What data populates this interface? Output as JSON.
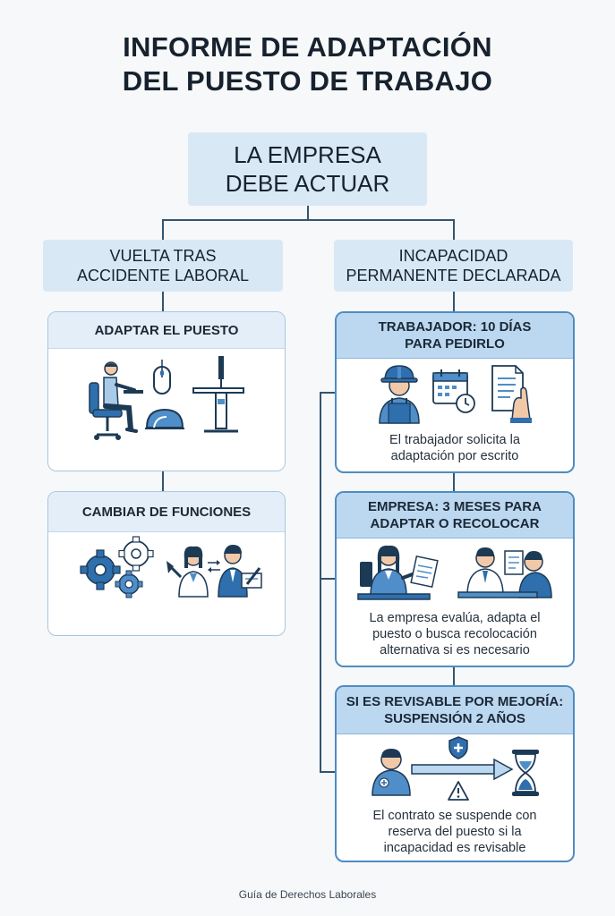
{
  "title": {
    "line1": "INFORME DE ADAPTACIÓN",
    "line2": "DEL PUESTO DE TRABAJO"
  },
  "root": {
    "line1": "LA EMPRESA",
    "line2": "DEBE ACTUAR"
  },
  "left_branch": {
    "header": {
      "line1": "VUELTA TRAS",
      "line2": "ACCIDENTE LABORAL"
    },
    "cards": [
      {
        "title": "ADAPTAR EL PUESTO"
      },
      {
        "title": "CAMBIAR DE FUNCIONES"
      }
    ]
  },
  "right_branch": {
    "header": {
      "line1": "INCAPACIDAD",
      "line2": "PERMANENTE DECLARADA"
    },
    "cards": [
      {
        "title_line1": "TRABAJADOR: 10 DÍAS",
        "title_line2": "PARA PEDIRLO",
        "caption": [
          "El trabajador solicita la",
          "adaptación por escrito"
        ]
      },
      {
        "title_line1": "EMPRESA: 3 MESES PARA",
        "title_line2": "ADAPTAR O RECOLOCAR",
        "caption": [
          "La empresa evalúa, adapta el",
          "puesto o busca recolocación",
          "alternativa si es necesario"
        ]
      },
      {
        "title_line1": "SI ES REVISABLE POR MEJORÍA:",
        "title_line2": "SUSPENSIÓN 2 AÑOS",
        "caption": [
          "El contrato se suspende con",
          "reserva del puesto si la",
          "incapacidad es revisable"
        ]
      }
    ]
  },
  "footer": "Guía de Derechos Laborales",
  "colors": {
    "accent": "#2f6fae",
    "light_accent": "#d9e8f5",
    "connector": "#33556f",
    "card_border": "#4e8cc2"
  },
  "icons": {
    "adapt": [
      "worker-at-desk-icon",
      "mouse-icon",
      "wrist-rest-icon",
      "standing-desk-icon"
    ],
    "change": [
      "gears-icon",
      "swap-workers-icon"
    ],
    "request": [
      "helmet-worker-icon",
      "calendar-clock-icon",
      "document-hand-icon"
    ],
    "relocate": [
      "office-worker-icon",
      "meeting-icon"
    ],
    "suspension": [
      "worker-icon",
      "shield-plus-icon",
      "warning-icon",
      "timeline-arrow-icon",
      "hourglass-icon"
    ]
  }
}
